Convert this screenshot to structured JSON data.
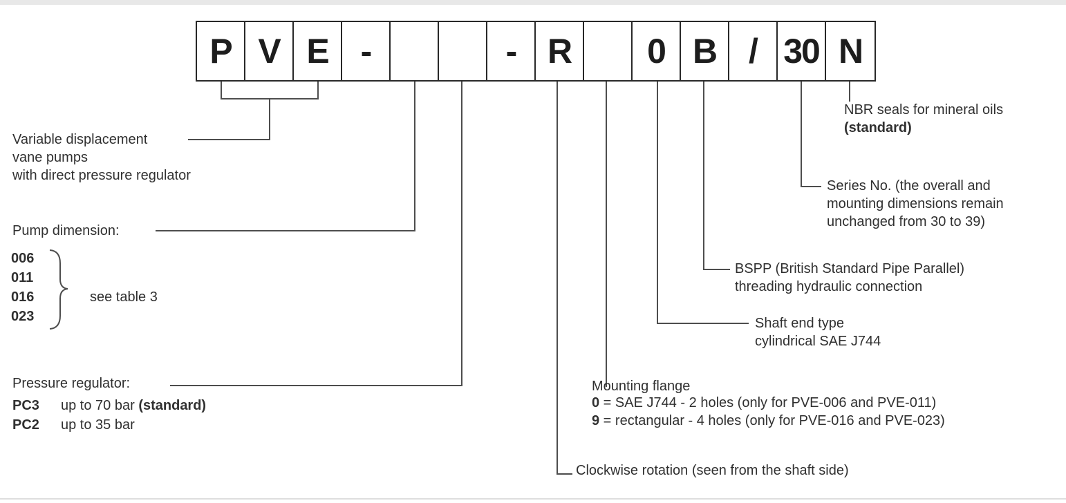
{
  "colors": {
    "line": "#4d4d4d",
    "box_border": "#282828",
    "text": "#303030"
  },
  "code": {
    "cells": [
      "P",
      "V",
      "E",
      "-",
      "",
      "",
      "-",
      "R",
      "",
      "0",
      "B",
      "/",
      "30",
      "N"
    ]
  },
  "labels": {
    "variable_displacement": {
      "lines": [
        "Variable displacement",
        "vane pumps",
        "with direct pressure regulator"
      ]
    },
    "pump_dimension": {
      "title": "Pump dimension:",
      "sizes": [
        "006",
        "011",
        "016",
        "023"
      ],
      "note": "see table 3"
    },
    "pressure_regulator": {
      "title": "Pressure regulator:",
      "options": [
        {
          "code": "PC3",
          "desc": "up to 70 bar ",
          "desc_bold": "(standard)",
          "desc_end": ""
        },
        {
          "code": "PC2",
          "desc": "up to 35 bar",
          "desc_bold": "",
          "desc_end": ""
        }
      ]
    },
    "rotation": {
      "text": "Clockwise rotation (seen from the shaft side)"
    },
    "mounting_flange": {
      "title": "Mounting flange",
      "options": [
        {
          "code": "0",
          "desc": " = SAE J744 - 2 holes (only for PVE-006 and PVE-011)"
        },
        {
          "code": "9",
          "desc": " = rectangular - 4 holes (only for PVE-016 and PVE-023)"
        }
      ]
    },
    "shaft_end": {
      "lines": [
        "Shaft end type",
        "cylindrical SAE J744"
      ]
    },
    "hydraulic_connection": {
      "lines": [
        "BSPP (British Standard Pipe Parallel)",
        "threading hydraulic connection"
      ]
    },
    "series_no": {
      "lines": [
        "Series No. (the overall and",
        "mounting dimensions remain",
        "unchanged from 30 to 39)"
      ]
    },
    "seals": {
      "line1": "NBR seals for mineral oils",
      "line2": "(standard)"
    }
  }
}
